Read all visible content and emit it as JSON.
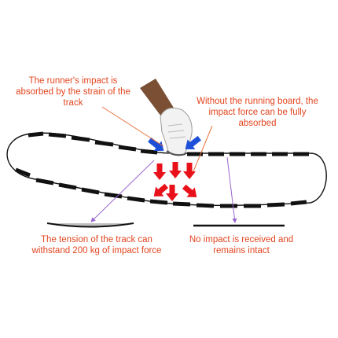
{
  "colors": {
    "label_text": "#e2451f",
    "pointer_orange": "#e8733c",
    "pointer_purple": "#9966cc",
    "force_arrow": "#e8111a",
    "push_arrow": "#1d4fd8",
    "track": "#111111",
    "shoe": "#f2f2f2",
    "skin": "#7a4f33"
  },
  "icons": {
    "foot": "running-shoe-foot-icon",
    "force": "red-down-arrow-icon",
    "push": "blue-diagonal-arrow-icon"
  },
  "labels": {
    "runner_impact": "The runner's impact is absorbed by the strain of the track",
    "without_board": "Without the running board, the impact force can be fully absorbed",
    "track_tension": "The tension of the track can withstand 200 kg of impact force",
    "no_impact": "No impact is received and remains intact"
  }
}
